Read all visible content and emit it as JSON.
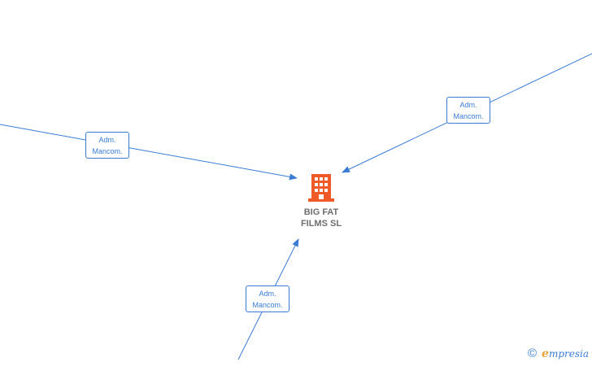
{
  "company": {
    "name_line1": "BIG FAT",
    "name_line2": "FILMS  SL",
    "icon": "building-icon",
    "icon_color": "#f05a28"
  },
  "relations": [
    {
      "role_line1": "Adm.",
      "role_line2": "Mancom."
    },
    {
      "role_line1": "Adm.",
      "role_line2": "Mancom."
    },
    {
      "role_line1": "Adm.",
      "role_line2": "Mancom."
    }
  ],
  "colors": {
    "edge": "#3a7bd5",
    "label_text": "#3a7bd5",
    "company_text": "#6e6e6e",
    "brand_e": "#e8a33d"
  },
  "brand": {
    "copyright": "©",
    "first_letter": "e",
    "rest": "mpresia"
  }
}
